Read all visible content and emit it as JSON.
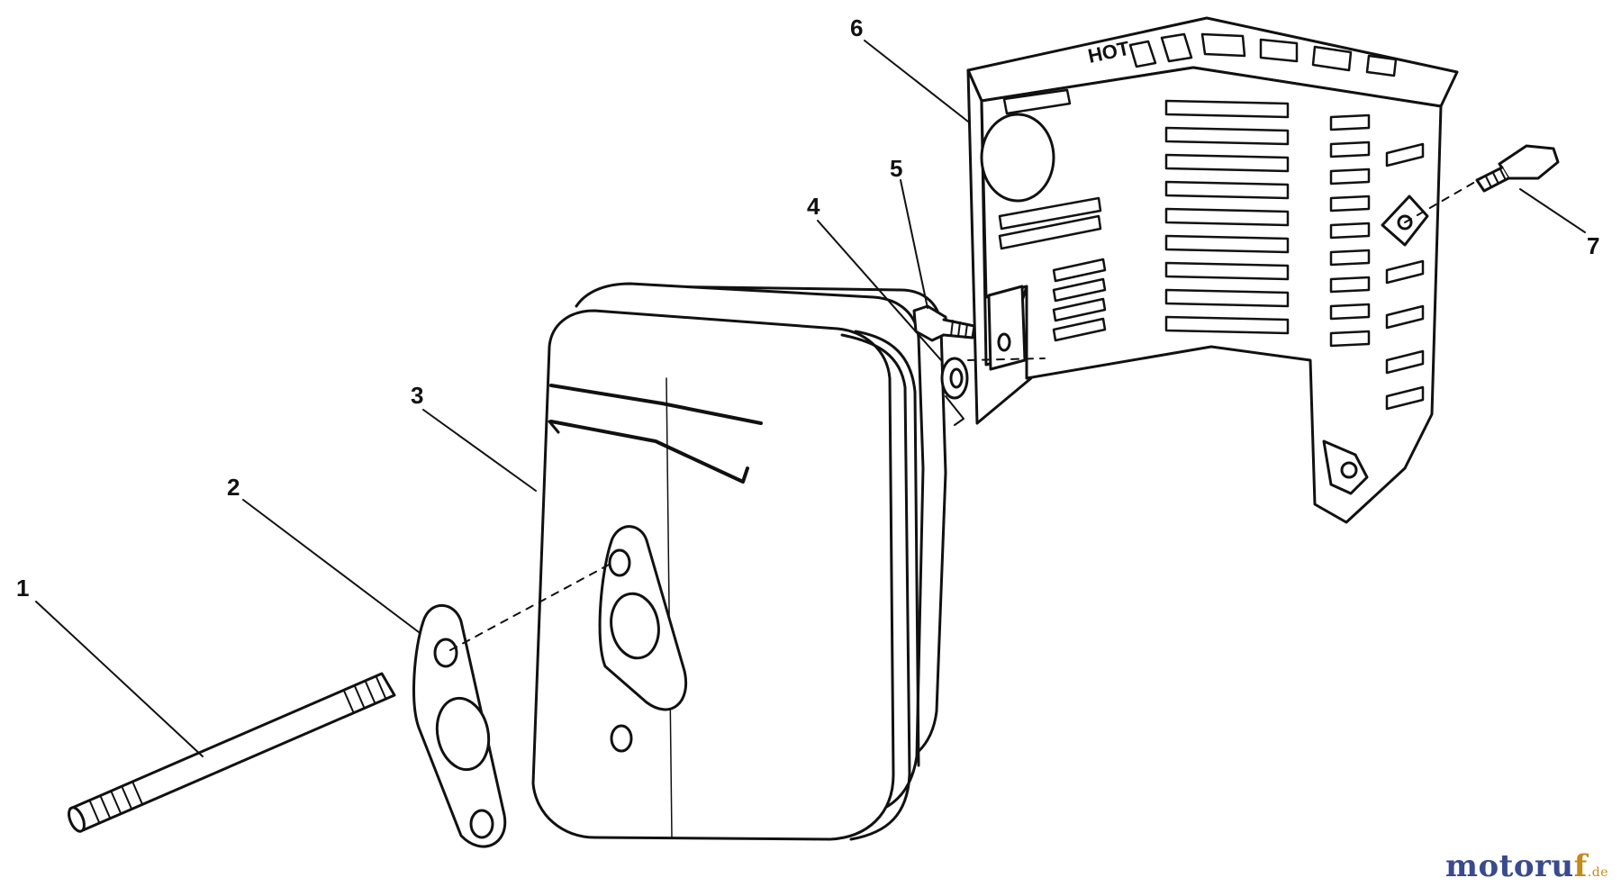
{
  "callouts": [
    {
      "id": "1",
      "text": "1"
    },
    {
      "id": "2",
      "text": "2"
    },
    {
      "id": "3",
      "text": "3"
    },
    {
      "id": "4",
      "text": "4"
    },
    {
      "id": "5",
      "text": "5"
    },
    {
      "id": "6",
      "text": "6"
    },
    {
      "id": "7",
      "text": "7"
    }
  ],
  "heat_shield_stamp": "HOT",
  "watermark": {
    "main": "motoru",
    "f": "f",
    "tld": ".de"
  },
  "colors": {
    "ink": "#111111",
    "paper": "#ffffff",
    "watermark_primary": "#3b4a8c",
    "watermark_accent": "#c38a1c"
  }
}
